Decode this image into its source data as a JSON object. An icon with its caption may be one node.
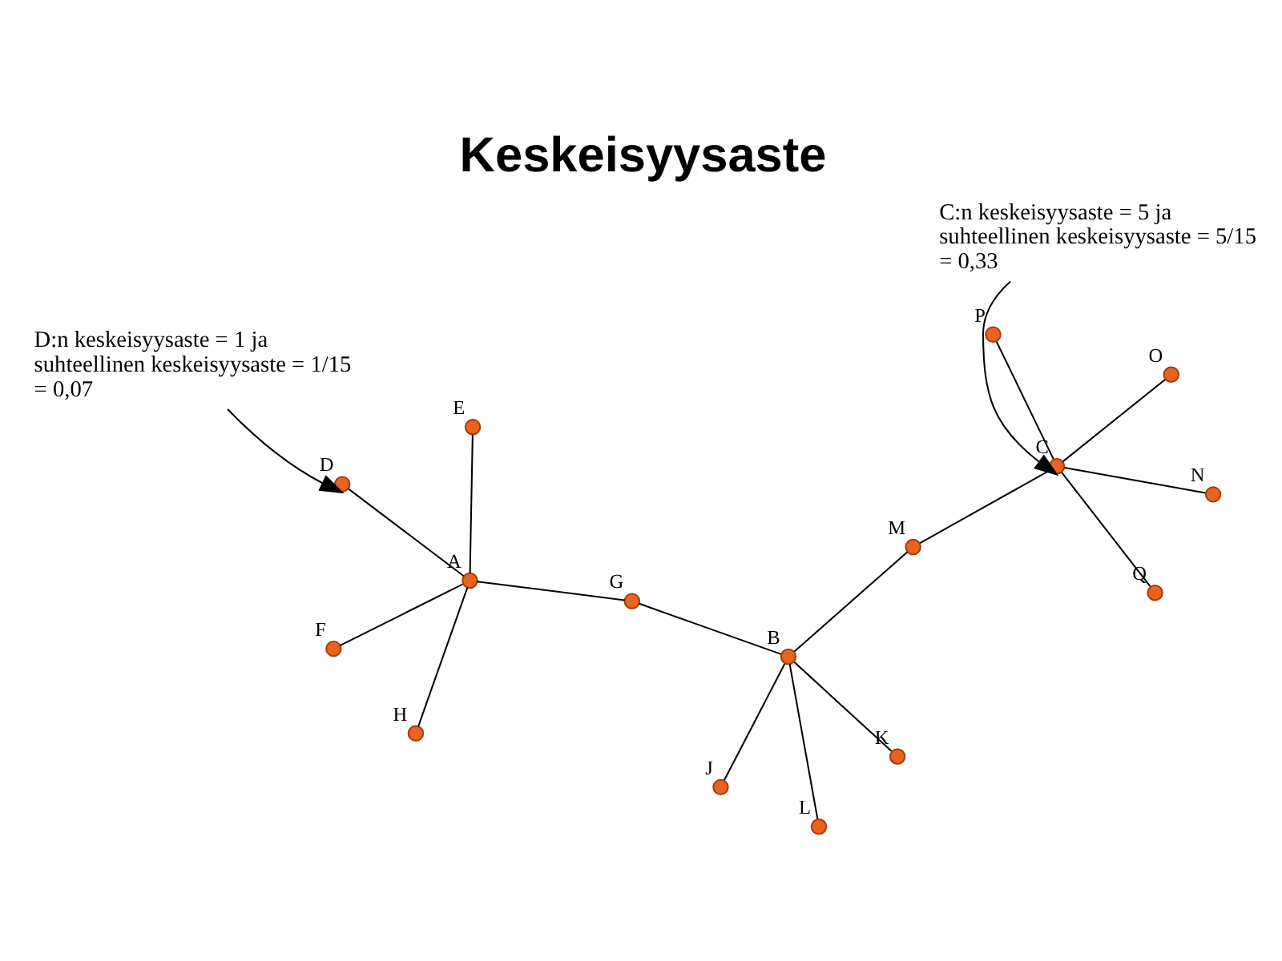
{
  "diagram": {
    "title": "Keskeisyysaste",
    "nodes": [
      {
        "text": [],
        "shape": "circle",
        "beside": [
          "A"
        ]
      },
      {
        "text": [],
        "shape": "circle",
        "beside": [
          "B"
        ]
      },
      {
        "text": [],
        "shape": "circle",
        "beside": [
          "C"
        ]
      },
      {
        "text": [],
        "shape": "circle",
        "beside": [
          "D"
        ]
      },
      {
        "text": [],
        "shape": "circle",
        "beside": [
          "E"
        ]
      },
      {
        "text": [],
        "shape": "circle",
        "beside": [
          "F"
        ]
      },
      {
        "text": [],
        "shape": "circle",
        "beside": [
          "G"
        ]
      },
      {
        "text": [],
        "shape": "circle",
        "beside": [
          "H"
        ]
      },
      {
        "text": [],
        "shape": "circle",
        "beside": [
          "J"
        ]
      },
      {
        "text": [],
        "shape": "circle",
        "beside": [
          "K"
        ]
      },
      {
        "text": [],
        "shape": "circle",
        "beside": [
          "L"
        ]
      },
      {
        "text": [],
        "shape": "circle",
        "beside": [
          "M"
        ]
      },
      {
        "text": [],
        "shape": "circle",
        "beside": [
          "N"
        ]
      },
      {
        "text": [],
        "shape": "circle",
        "beside": [
          "O"
        ]
      },
      {
        "text": [],
        "shape": "circle",
        "beside": [
          "P"
        ]
      },
      {
        "text": [],
        "shape": "circle",
        "beside": [
          "Q"
        ]
      },
      {
        "text": [
          "D:n keskeisyysaste = 1 ja suhteellinen keskeisyysaste = 1/15 = 0,07"
        ]
      },
      {
        "text": [
          "C:n keskeisyysaste = 5 ja suhteellinen keskeisyysaste = 5/15 = 0,33"
        ]
      }
    ],
    "edges": [
      {
        "from": 0,
        "to": 4,
        "arrow": "none"
      },
      {
        "from": 0,
        "to": 5,
        "arrow": "none"
      },
      {
        "from": 0,
        "to": 3,
        "arrow": "none"
      },
      {
        "from": 0,
        "to": 7,
        "arrow": "none"
      },
      {
        "from": 0,
        "to": 6,
        "arrow": "none"
      },
      {
        "from": 6,
        "to": 1,
        "arrow": "none"
      },
      {
        "from": 1,
        "to": 8,
        "arrow": "none"
      },
      {
        "from": 1,
        "to": 9,
        "arrow": "none"
      },
      {
        "from": 1,
        "to": 10,
        "arrow": "none"
      },
      {
        "from": 1,
        "to": 11,
        "arrow": "none"
      },
      {
        "from": 11,
        "to": 2,
        "arrow": "none"
      },
      {
        "from": 2,
        "to": 12,
        "arrow": "none"
      },
      {
        "from": 2,
        "to": 13,
        "arrow": "none"
      },
      {
        "from": 2,
        "to": 14,
        "arrow": "none"
      },
      {
        "from": 2,
        "to": 15,
        "arrow": "none"
      },
      {
        "from": 16,
        "to": 3,
        "arrow": "to"
      },
      {
        "from": 17,
        "to": 2,
        "arrow": "to"
      }
    ]
  }
}
